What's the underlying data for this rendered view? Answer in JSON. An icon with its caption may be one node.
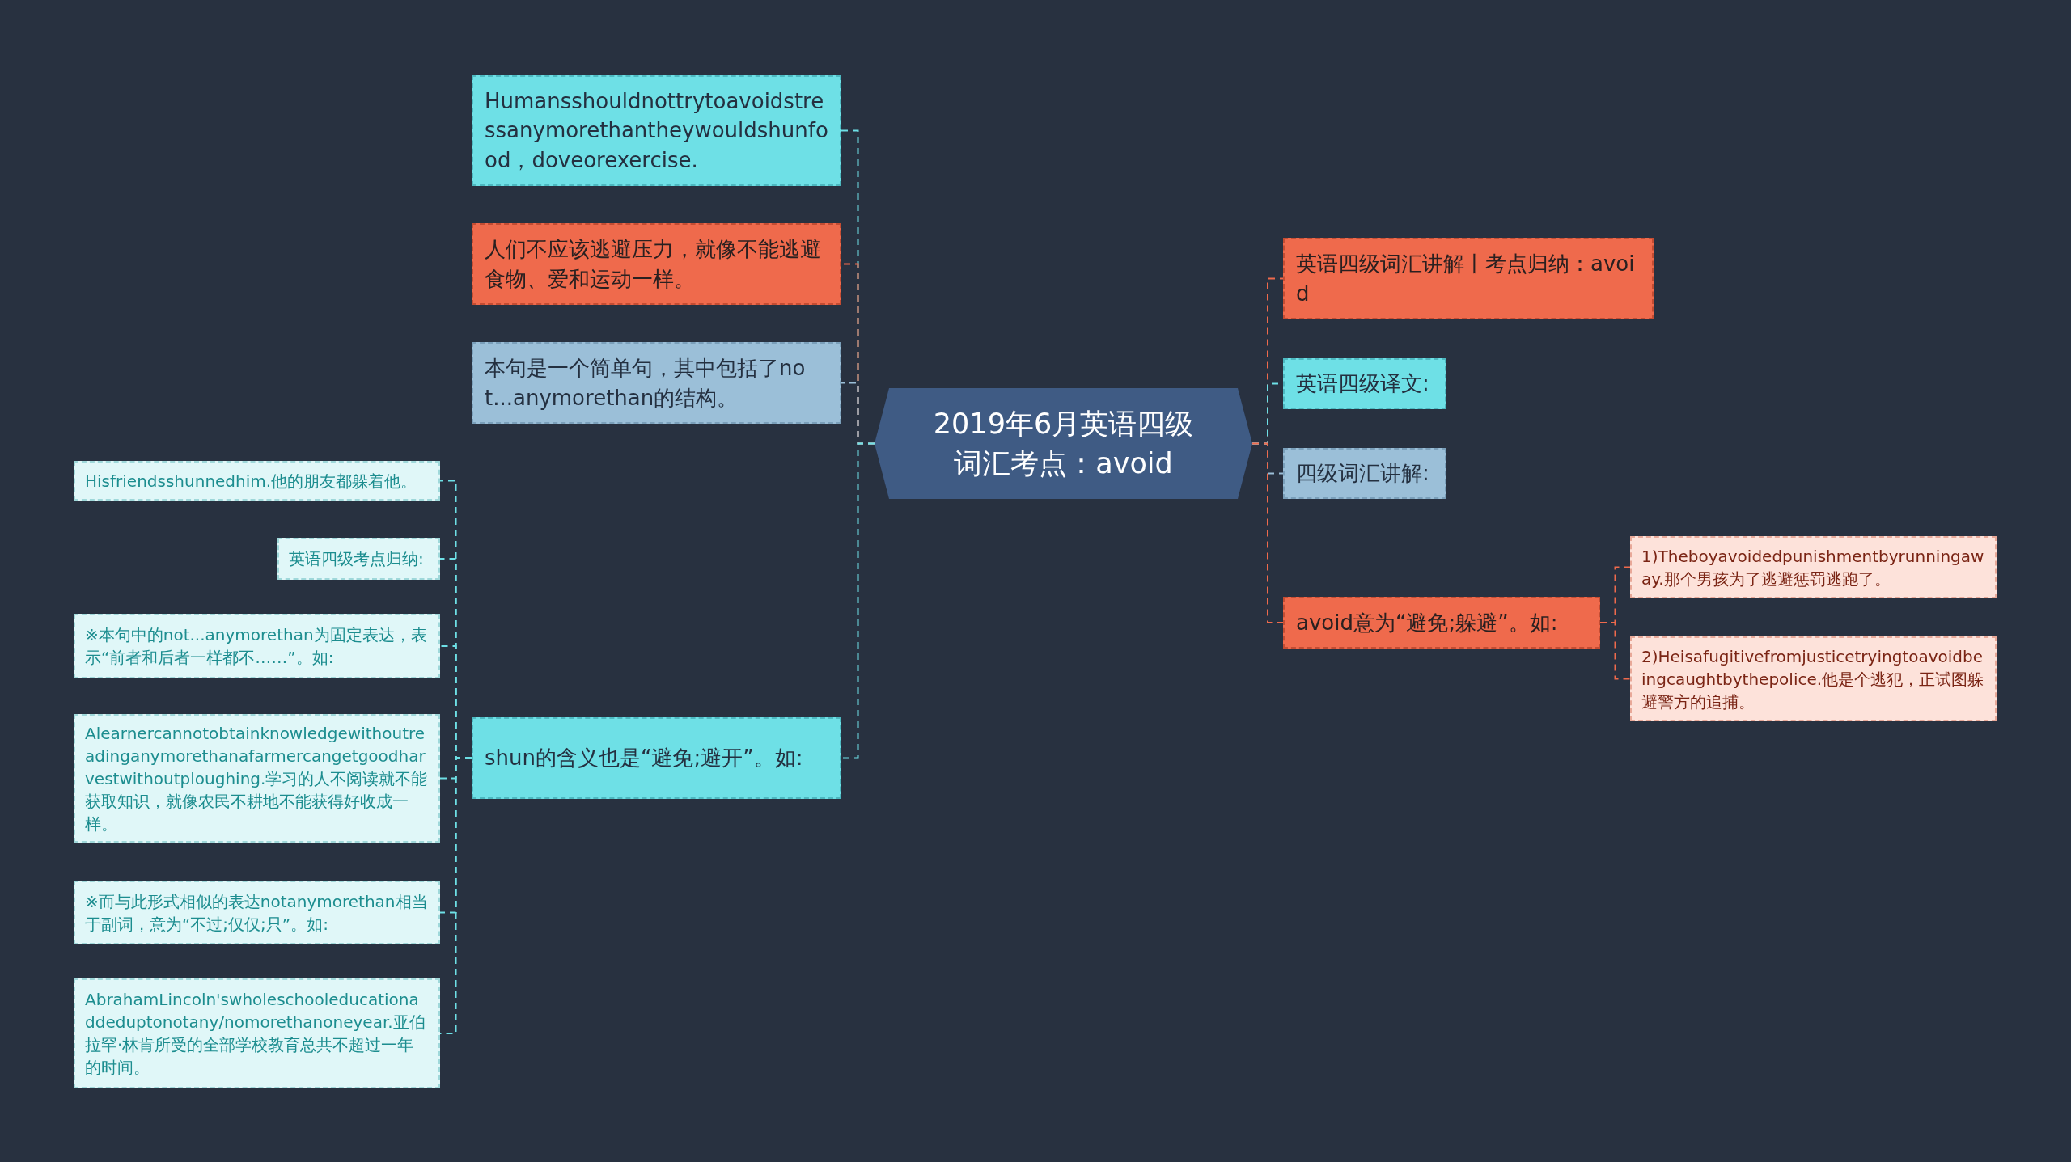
{
  "diagram": {
    "nodes": [
      {
        "text": [
          "2019年6月英语四级词汇考点：avoid"
        ]
      },
      {
        "text": [
          "Humansshouldnottrytoavoidstressanymorethantheywouldshunfood，doveorexercise."
        ]
      },
      {
        "text": [
          "人们不应该逃避压力，就像不能逃避食物、爱和运动一样。"
        ]
      },
      {
        "text": [
          "本句是一个简单句，其中包括了not...anymorethan的结构。"
        ]
      },
      {
        "text": [
          "shun的含义也是“避免;避开”。如:"
        ]
      },
      {
        "text": [
          "Hisfriendsshunnedhim.他的朋友都躲着他。"
        ]
      },
      {
        "text": [
          "英语四级考点归纳:"
        ]
      },
      {
        "text": [
          "※本句中的not...anymorethan为固定表达，表示“前者和后者一样都不……”。如:"
        ]
      },
      {
        "text": [
          "Alearnercannotobtainknowledgewithoutreadinganymorethanafarmercangetgoodharvestwithoutploughing.学习的人不阅读就不能获取知识，就像农民不耕地不能获得好收成一样。"
        ]
      },
      {
        "text": [
          "※而与此形式相似的表达notanymorethan相当于副词，意为“不过;仅仅;只”。如:"
        ]
      },
      {
        "text": [
          "AbrahamLincoln'swholeschooleducationaddeduptonotany/nomorethanoneyear.亚伯拉罕·林肯所受的全部学校教育总共不超过一年的时间。"
        ]
      },
      {
        "text": [
          "英语四级词汇讲解丨考点归纳：avoid"
        ]
      },
      {
        "text": [
          "英语四级译文:"
        ]
      },
      {
        "text": [
          "四级词汇讲解:"
        ]
      },
      {
        "text": [
          "avoid意为“避免;躲避”。如:"
        ]
      },
      {
        "text": [
          "1)Theboyavoidedpunishmentbyrunningaway.那个男孩为了逃避惩罚逃跑了。"
        ]
      },
      {
        "text": [
          "2)Heisafugitivefromjusticetryingtoavoidbeingcaughtbythepolice.他是个逃犯，正试图躲避警方的追捕。"
        ]
      }
    ],
    "edges": [
      {
        "from": 0,
        "to": 1,
        "arrow": "none",
        "style": "dashed",
        "color": "#6ee0e6"
      },
      {
        "from": 0,
        "to": 2,
        "arrow": "none",
        "style": "dashed",
        "color": "#ef6a4c"
      },
      {
        "from": 0,
        "to": 3,
        "arrow": "none",
        "style": "dashed",
        "color": "#9bbfd8"
      },
      {
        "from": 0,
        "to": 4,
        "arrow": "none",
        "style": "dashed",
        "color": "#6ee0e6"
      },
      {
        "from": 4,
        "to": 5,
        "arrow": "none",
        "style": "dashed",
        "color": "#6ee0e6"
      },
      {
        "from": 4,
        "to": 6,
        "arrow": "none",
        "style": "dashed",
        "color": "#6ee0e6"
      },
      {
        "from": 4,
        "to": 7,
        "arrow": "none",
        "style": "dashed",
        "color": "#6ee0e6"
      },
      {
        "from": 4,
        "to": 8,
        "arrow": "none",
        "style": "dashed",
        "color": "#6ee0e6"
      },
      {
        "from": 4,
        "to": 9,
        "arrow": "none",
        "style": "dashed",
        "color": "#6ee0e6"
      },
      {
        "from": 4,
        "to": 10,
        "arrow": "none",
        "style": "dashed",
        "color": "#6ee0e6"
      },
      {
        "from": 0,
        "to": 11,
        "arrow": "none",
        "style": "dashed",
        "color": "#ef6a4c"
      },
      {
        "from": 0,
        "to": 12,
        "arrow": "none",
        "style": "dashed",
        "color": "#6ee0e6"
      },
      {
        "from": 0,
        "to": 13,
        "arrow": "none",
        "style": "dashed",
        "color": "#9bbfd8"
      },
      {
        "from": 0,
        "to": 14,
        "arrow": "none",
        "style": "dashed",
        "color": "#ef6a4c"
      },
      {
        "from": 14,
        "to": 15,
        "arrow": "none",
        "style": "dashed",
        "color": "#ef6a4c"
      },
      {
        "from": 14,
        "to": 16,
        "arrow": "none",
        "style": "dashed",
        "color": "#ef6a4c"
      }
    ]
  }
}
